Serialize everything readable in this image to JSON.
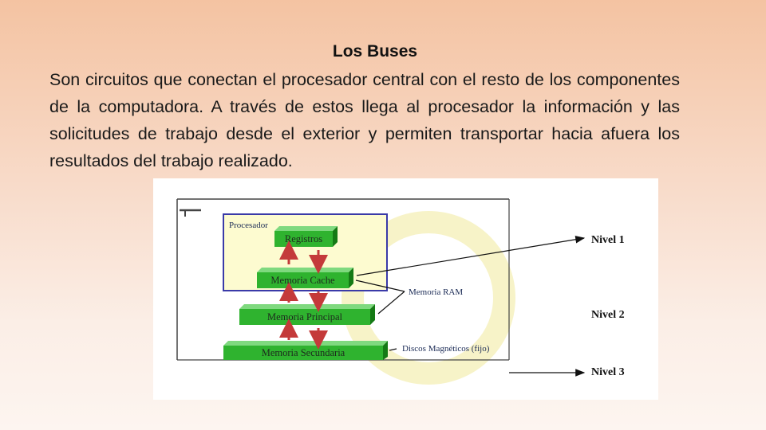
{
  "slide": {
    "title": "Los Buses",
    "body": "Son circuitos que conectan el procesador central con el resto de los componentes de la computadora. A través de estos llega al procesador la información y las solicitudes de trabajo desde el exterior y permiten transportar hacia afuera los resultados del trabajo realizado."
  },
  "diagram": {
    "processor_label": "Procesador",
    "blocks": [
      "Registros",
      "Memoria Cache",
      "Memoria Principal",
      "Memoria Secundaria"
    ],
    "annotations": {
      "ram": "Memoria RAM",
      "discs": "Discos Magnéticos (fijo)"
    },
    "levels": [
      "Nivel 1",
      "Nivel 2",
      "Nivel 3"
    ],
    "colors": {
      "block_green": "#2fb32f",
      "block_dark": "#157a15",
      "processor_fill": "#fdfbd0",
      "processor_border": "#3a3aa8",
      "arrow_red": "#c43a3a"
    }
  }
}
